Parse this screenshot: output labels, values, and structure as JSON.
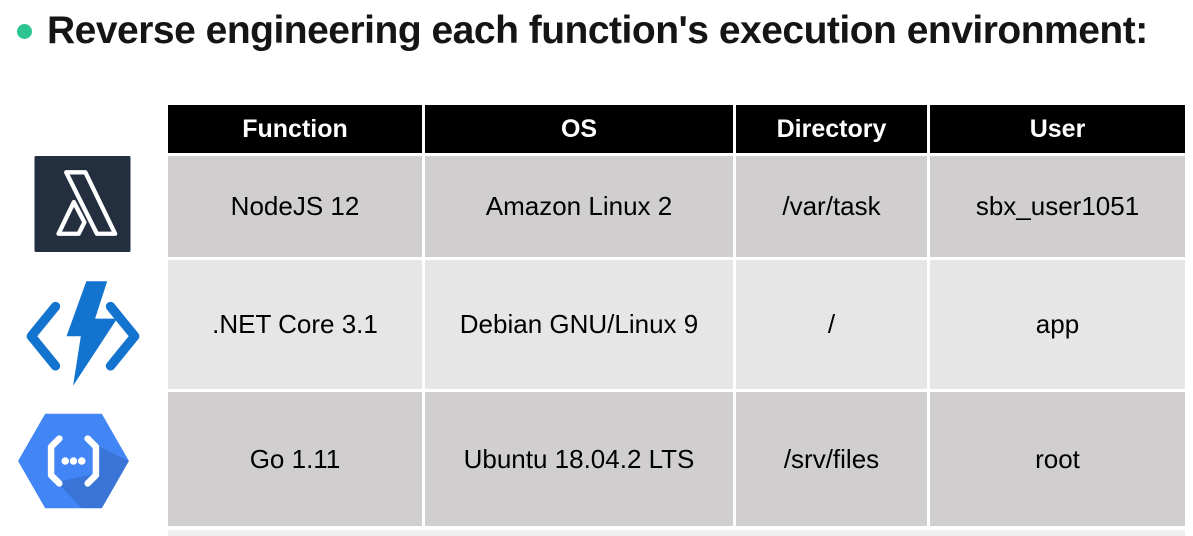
{
  "colors": {
    "bullet_green": "#2EC492",
    "header_bg": "#000000",
    "header_text": "#FFFFFF",
    "row_band_dark": "#D0CECE",
    "row_band_light": "#E7E6E6",
    "aws_navy": "#232F3E",
    "azure_blue": "#1274CF",
    "gcp_blue": "#4285F4"
  },
  "title": {
    "text": "Reverse engineering each function's execution environment:"
  },
  "table": {
    "headers": {
      "function": "Function",
      "os": "OS",
      "directory": "Directory",
      "user": "User"
    },
    "rows": [
      {
        "icon": "aws-lambda-icon",
        "function": "NodeJS 12",
        "os": "Amazon Linux 2",
        "directory": "/var/task",
        "user": "sbx_user1051"
      },
      {
        "icon": "azure-functions-icon",
        "function": ".NET Core 3.1",
        "os": "Debian GNU/Linux 9",
        "directory": "/",
        "user": "app"
      },
      {
        "icon": "gcp-cloud-functions-icon",
        "function": "Go 1.11",
        "os": "Ubuntu 18.04.2 LTS",
        "directory": "/srv/files",
        "user": "root"
      }
    ]
  }
}
